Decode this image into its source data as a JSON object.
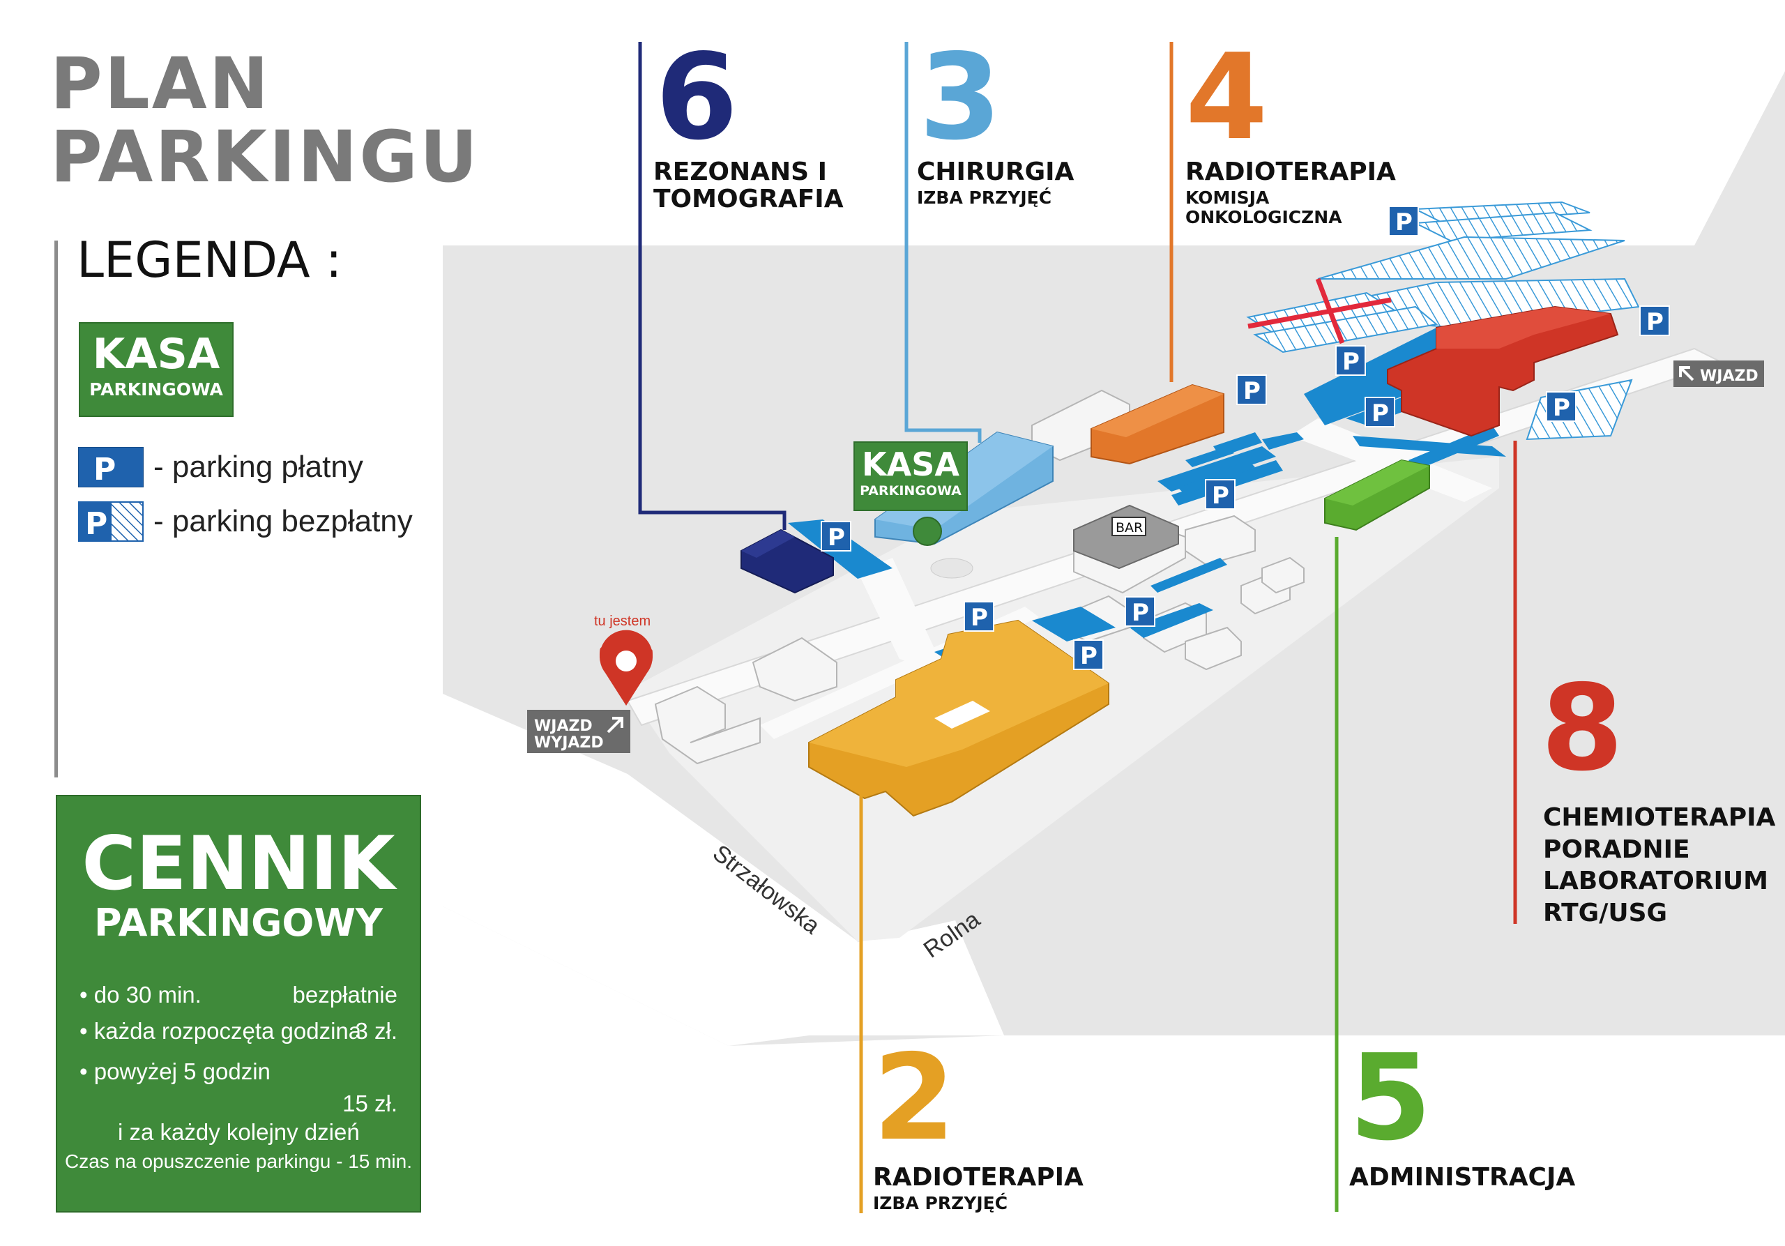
{
  "title": {
    "line1": "PLAN",
    "line2": "PARKINGU"
  },
  "legend": {
    "title": "LEGENDA :",
    "kasa_big": "KASA",
    "kasa_small": "PARKINGOWA",
    "paid_label": "- parking płatny",
    "free_label": "- parking bezpłatny",
    "p_letter": "P"
  },
  "cennik": {
    "title": "CENNIK",
    "subtitle": "PARKINGOWY",
    "rows": [
      {
        "label": "• do 30 min.",
        "price": "bezpłatnie"
      },
      {
        "label": "• każda  rozpoczęta godzina",
        "price": "3 zł."
      },
      {
        "label": "• powyżej 5 godzin",
        "price": ""
      },
      {
        "label": "  i za każdy kolejny dzień",
        "price": "15 zł."
      }
    ],
    "note": "Czas na opuszczenie parkingu - 15 min."
  },
  "buildings": [
    {
      "num": "6",
      "name": "REZONANS I\nTOMOGRAFIA",
      "sub": "",
      "color": "#1f2a78"
    },
    {
      "num": "3",
      "name": "CHIRURGIA",
      "sub": "IZBA PRZYJĘĆ",
      "color": "#5aa6d6"
    },
    {
      "num": "4",
      "name": "RADIOTERAPIA",
      "sub": "KOMISJA\nONKOLOGICZNA",
      "color": "#e2772a"
    },
    {
      "num": "8",
      "name": "CHEMIOTERAPIA\nPORADNIE\nLABORATORIUM\nRTG/USG",
      "sub": "",
      "color": "#cf3526"
    },
    {
      "num": "2",
      "name": "RADIOTERAPIA",
      "sub": "IZBA PRZYJĘĆ",
      "color": "#e4a024"
    },
    {
      "num": "5",
      "name": "ADMINISTRACJA",
      "sub": "",
      "color": "#5aab2f"
    }
  ],
  "map": {
    "kasa_big": "KASA",
    "kasa_small": "PARKINGOWA",
    "bar": "BAR",
    "you_are_here": "tu jestem",
    "entry_exit": "WJAZD\nWYJAZD",
    "entry": "WJAZD",
    "street_1": "Strzałowska",
    "street_2": "Rolna",
    "p_letter": "P"
  },
  "colors": {
    "gray_title": "#7a7a7a",
    "parking_blue": "#1f62ad",
    "lot_blue": "#1a89cf",
    "kasa_green": "#3f8a3a",
    "ground": "#e6e6e6",
    "road": "#f6f6f6"
  }
}
